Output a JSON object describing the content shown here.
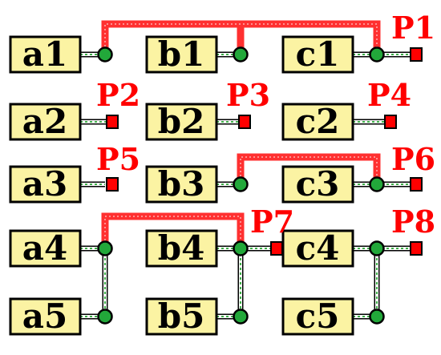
{
  "boxes": {
    "a1": "a1",
    "a2": "a2",
    "a3": "a3",
    "a4": "a4",
    "a5": "a5",
    "b1": "b1",
    "b2": "b2",
    "b3": "b3",
    "b4": "b4",
    "b5": "b5",
    "c1": "c1",
    "c2": "c2",
    "c3": "c3",
    "c4": "c4",
    "c5": "c5"
  },
  "ports": {
    "p1": "P1",
    "p2": "P2",
    "p3": "P3",
    "p4": "P4",
    "p5": "P5",
    "p6": "P6",
    "p7": "P7",
    "p8": "P8"
  },
  "colors": {
    "box_fill": "#fbf3a3",
    "bus": "#ff3030",
    "node": "#22a83a",
    "pin": "#ff0000",
    "port_label": "#ff0000",
    "wire_dash": "#3fb04a"
  }
}
